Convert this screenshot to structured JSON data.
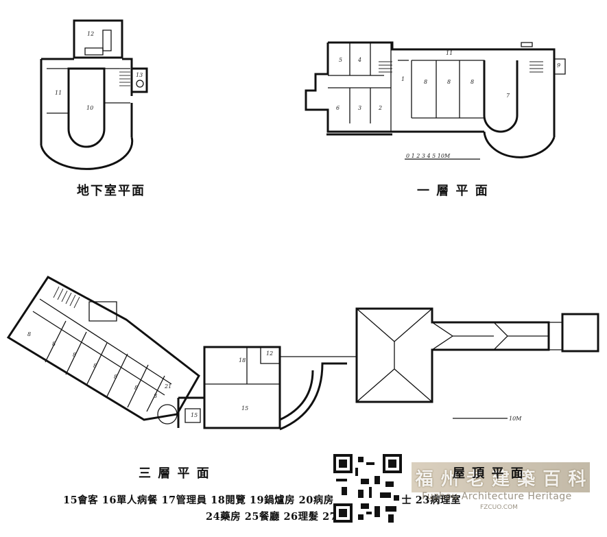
{
  "captions": {
    "basement": "地下室平面",
    "first_floor": "一 層 平 面",
    "third_floor": "三 層 平 面",
    "roof": "屋 頂 平 面"
  },
  "legend": {
    "line1": "15會客 16單人病餐 17管理員 18閱覽 19鍋爐房 20病房 21診察 22護士 23病理室",
    "line2": "24藥房 25餐廳 26理髮 27走道"
  },
  "room_numbers": {
    "basement": [
      "12",
      "13",
      "11",
      "10"
    ],
    "first_floor": [
      "5",
      "4",
      "11",
      "1",
      "8",
      "8",
      "8",
      "7",
      "6",
      "3",
      "2",
      "9"
    ],
    "third_floor": [
      "8",
      "8",
      "8",
      "8",
      "8",
      "8",
      "8",
      "21",
      "15",
      "18",
      "12",
      "15"
    ]
  },
  "scale_labels": {
    "first_floor": "0 1 2 3 4 5   10M",
    "roof": "10M"
  },
  "watermark": {
    "chars": [
      "福",
      "州",
      "老",
      "建",
      "築",
      "百",
      "科"
    ],
    "english": "Fuzhou Architecture Heritage",
    "url": "FZCUO.COM"
  }
}
